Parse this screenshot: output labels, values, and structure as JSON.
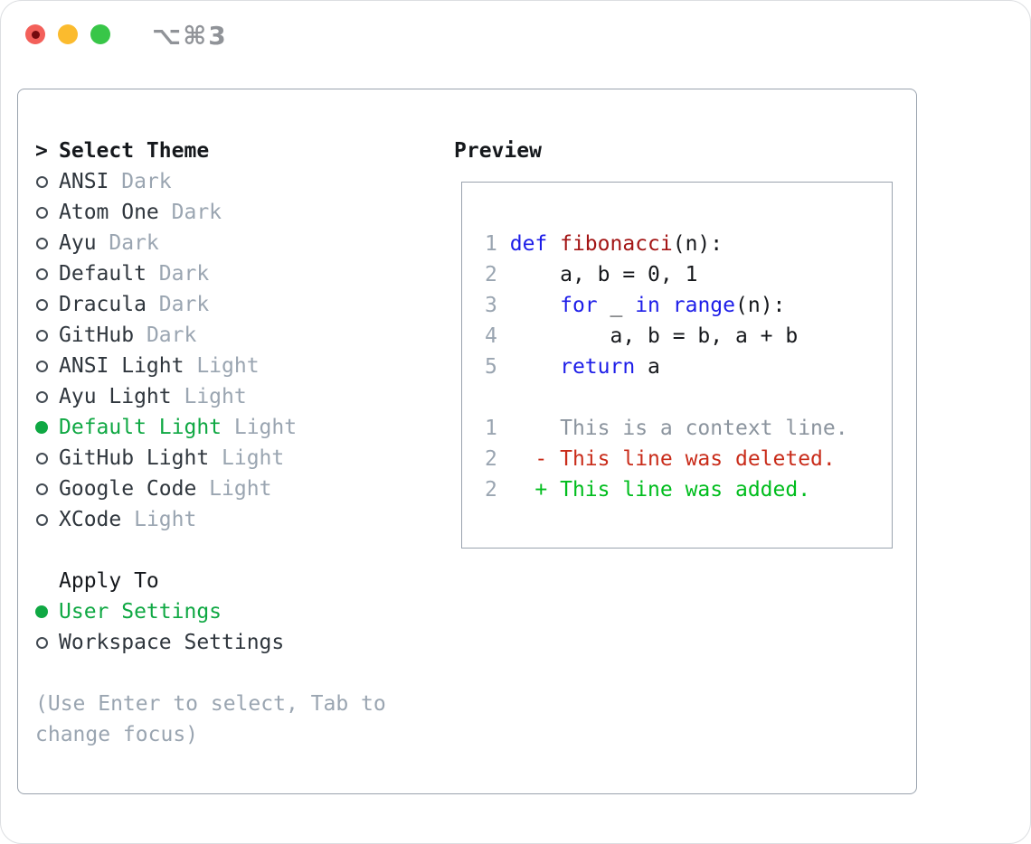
{
  "window": {
    "title": "⌥⌘3",
    "traffic_lights": [
      {
        "name": "close-button",
        "color": "#f3605a",
        "inner_dot": "#750b0e"
      },
      {
        "name": "minimize-button",
        "color": "#fbbb2e",
        "inner_dot": null
      },
      {
        "name": "zoom-button",
        "color": "#38c648",
        "inner_dot": null
      }
    ]
  },
  "theme_picker": {
    "header_marker": ">",
    "header": "Select Theme",
    "items": [
      {
        "name": "ANSI",
        "variant": "Dark",
        "selected": false
      },
      {
        "name": "Atom One",
        "variant": "Dark",
        "selected": false
      },
      {
        "name": "Ayu",
        "variant": "Dark",
        "selected": false
      },
      {
        "name": "Default",
        "variant": "Dark",
        "selected": false
      },
      {
        "name": "Dracula",
        "variant": "Dark",
        "selected": false
      },
      {
        "name": "GitHub",
        "variant": "Dark",
        "selected": false
      },
      {
        "name": "ANSI Light",
        "variant": "Light",
        "selected": false
      },
      {
        "name": "Ayu Light",
        "variant": "Light",
        "selected": false
      },
      {
        "name": "Default Light",
        "variant": "Light",
        "selected": true
      },
      {
        "name": "GitHub Light",
        "variant": "Light",
        "selected": false
      },
      {
        "name": "Google Code",
        "variant": "Light",
        "selected": false
      },
      {
        "name": "XCode",
        "variant": "Light",
        "selected": false
      }
    ]
  },
  "apply_to": {
    "header": "Apply To",
    "options": [
      {
        "label": "User Settings",
        "selected": true
      },
      {
        "label": "Workspace Settings",
        "selected": false
      }
    ]
  },
  "hint": {
    "line1": "(Use Enter to select, Tab to",
    "line2": "change focus)"
  },
  "preview": {
    "header": "Preview",
    "code_lines": [
      {
        "num": "1",
        "segments": [
          {
            "text": "def ",
            "role": "keyword"
          },
          {
            "text": "fibonacci",
            "role": "function"
          },
          {
            "text": "(n):",
            "role": "code"
          }
        ]
      },
      {
        "num": "2",
        "segments": [
          {
            "text": "    a, b = 0, 1",
            "role": "code"
          }
        ]
      },
      {
        "num": "3",
        "segments": [
          {
            "text": "    ",
            "role": "code"
          },
          {
            "text": "for",
            "role": "keyword"
          },
          {
            "text": " _ ",
            "role": "code"
          },
          {
            "text": "in",
            "role": "keyword"
          },
          {
            "text": " ",
            "role": "code"
          },
          {
            "text": "range",
            "role": "keyword"
          },
          {
            "text": "(n):",
            "role": "code"
          }
        ]
      },
      {
        "num": "4",
        "segments": [
          {
            "text": "        a, b = b, a + b",
            "role": "code"
          }
        ]
      },
      {
        "num": "5",
        "segments": [
          {
            "text": "    ",
            "role": "code"
          },
          {
            "text": "return",
            "role": "keyword"
          },
          {
            "text": " a",
            "role": "code"
          }
        ]
      }
    ],
    "diff_lines": [
      {
        "num": "1",
        "marker": " ",
        "text": "This is a context line.",
        "type": "context"
      },
      {
        "num": "2",
        "marker": "-",
        "text": "This line was deleted.",
        "type": "deleted"
      },
      {
        "num": "2",
        "marker": "+",
        "text": "This line was added.",
        "type": "added"
      }
    ]
  },
  "colors": {
    "header_text": "#15181c",
    "item_text": "#2f363d",
    "muted_text": "#9aa5b1",
    "accent_green": "#0fa843",
    "diff_added": "#00bd1d",
    "diff_removed": "#c92c1a",
    "diff_context": "#8b949e",
    "keyword_blue": "#1d1de8",
    "function_red": "#a31515",
    "code_text": "#16181c",
    "line_number": "#9aa5b1",
    "panel_border": "#9aa3ae",
    "title_gray": "#909398"
  }
}
